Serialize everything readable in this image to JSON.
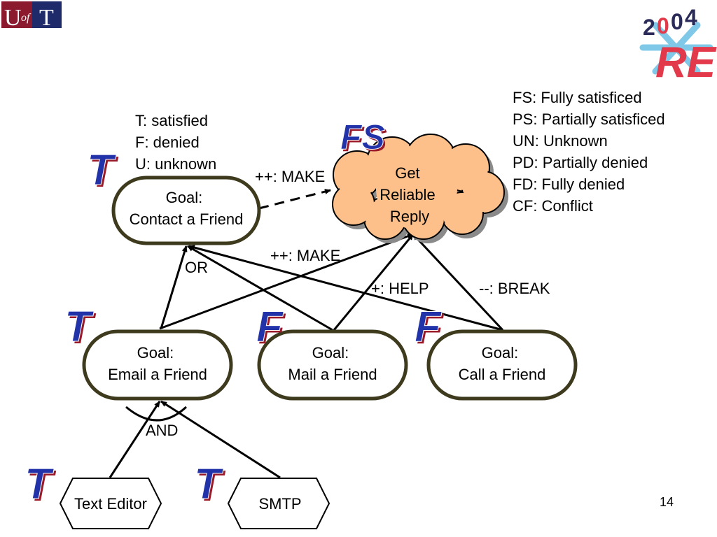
{
  "logo_left": {
    "text": "UofT",
    "colors": {
      "bg": "#8b1a2e",
      "accent": "#1f2a6b",
      "text": "#ffffff"
    }
  },
  "logo_right": {
    "text": "2004 RE",
    "colors": {
      "red": "#e23a4a",
      "blue": "#7fc8e8",
      "dark": "#2b2b5a"
    }
  },
  "legend_left": [
    "T: satisfied",
    "F: denied",
    "U: unknown"
  ],
  "legend_right": [
    "FS: Fully satisficed",
    "PS: Partially satisficed",
    "UN: Unknown",
    "PD: Partially denied",
    "FD: Fully denied",
    "CF: Conflict"
  ],
  "softgoal": {
    "lines": [
      "Get",
      "Reliable",
      "Reply"
    ],
    "label": "FS",
    "fill": "#fdc08a"
  },
  "goals": {
    "contact": {
      "lines": [
        "Goal:",
        "Contact a Friend"
      ],
      "label": "T"
    },
    "email": {
      "lines": [
        "Goal:",
        "Email a Friend"
      ],
      "label": "T"
    },
    "mail": {
      "lines": [
        "Goal:",
        "Mail a Friend"
      ],
      "label": "F"
    },
    "call": {
      "lines": [
        "Goal:",
        "Call a Friend"
      ],
      "label": "F"
    }
  },
  "resources": {
    "editor": {
      "text": "Text Editor",
      "label": "T"
    },
    "smtp": {
      "text": "SMTP",
      "label": "T"
    }
  },
  "links": {
    "make_top": "++: MAKE",
    "make_mid": "++: MAKE",
    "help": "+: HELP",
    "break": "--: BREAK",
    "or": "OR",
    "and": "AND"
  },
  "colors": {
    "goal_stroke": "#3e3a1e",
    "label_blue": "#2233aa",
    "label_shadow": "#9a1a2a"
  },
  "page_number": "14"
}
